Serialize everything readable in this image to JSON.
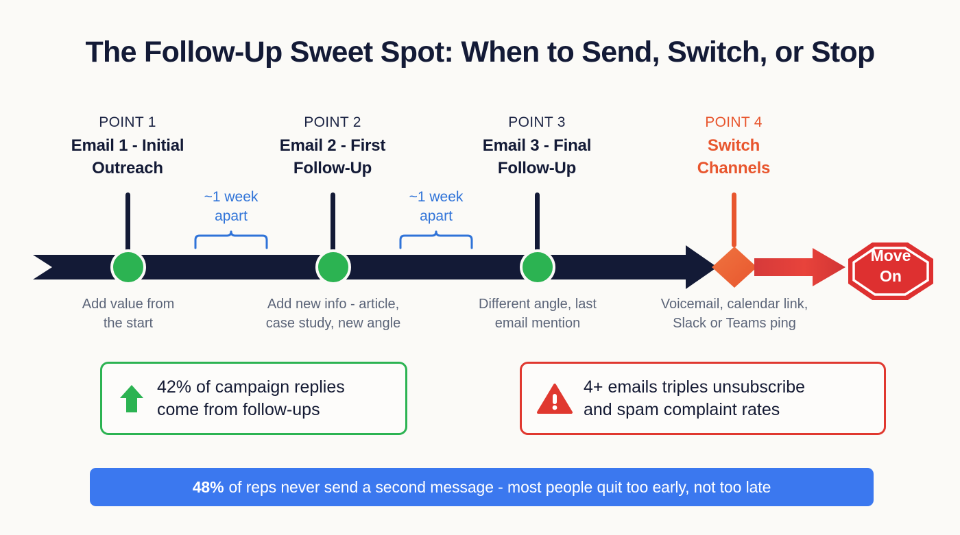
{
  "title": "The Follow-Up Sweet Spot: When to Send, Switch, or Stop",
  "colors": {
    "background": "#fbfaf7",
    "navy": "#131a36",
    "green": "#2cb352",
    "blue": "#2f73d8",
    "orange": "#e8562e",
    "red": "#e0382f",
    "banner_blue": "#3b78ef",
    "caption_gray": "#5b6478"
  },
  "points": [
    {
      "kicker": "POINT 1",
      "title_line1": "Email 1 - Initial",
      "title_line2": "Outreach",
      "caption_line1": "Add value from",
      "caption_line2": "the start",
      "marker": "green-circle",
      "accent": false
    },
    {
      "kicker": "POINT 2",
      "title_line1": "Email 2 - First",
      "title_line2": "Follow-Up",
      "caption_line1": "Add new info - article,",
      "caption_line2": "case study, new angle",
      "marker": "green-circle",
      "accent": false
    },
    {
      "kicker": "POINT 3",
      "title_line1": "Email 3 - Final",
      "title_line2": "Follow-Up",
      "caption_line1": "Different angle, last",
      "caption_line2": "email mention",
      "marker": "green-circle",
      "accent": false
    },
    {
      "kicker": "POINT 4",
      "title_line1": "Switch",
      "title_line2": "Channels",
      "caption_line1": "Voicemail, calendar link,",
      "caption_line2": "Slack or Teams ping",
      "marker": "orange-diamond",
      "accent": true
    }
  ],
  "gaps": [
    {
      "line1": "~1 week",
      "line2": "apart"
    },
    {
      "line1": "~1 week",
      "line2": "apart"
    }
  ],
  "stop_sign": {
    "line1": "Move",
    "line2": "On",
    "shape": "octagon"
  },
  "callouts": [
    {
      "icon": "arrow-up-icon",
      "tone": "green",
      "line1": "42% of campaign replies",
      "line2": "come from follow-ups"
    },
    {
      "icon": "warning-triangle-icon",
      "tone": "red",
      "line1": "4+ emails triples unsubscribe",
      "line2": "and spam complaint rates"
    }
  ],
  "footer": {
    "stat": "48%",
    "text": "of reps never send a second message - most people quit too early, not too late"
  }
}
